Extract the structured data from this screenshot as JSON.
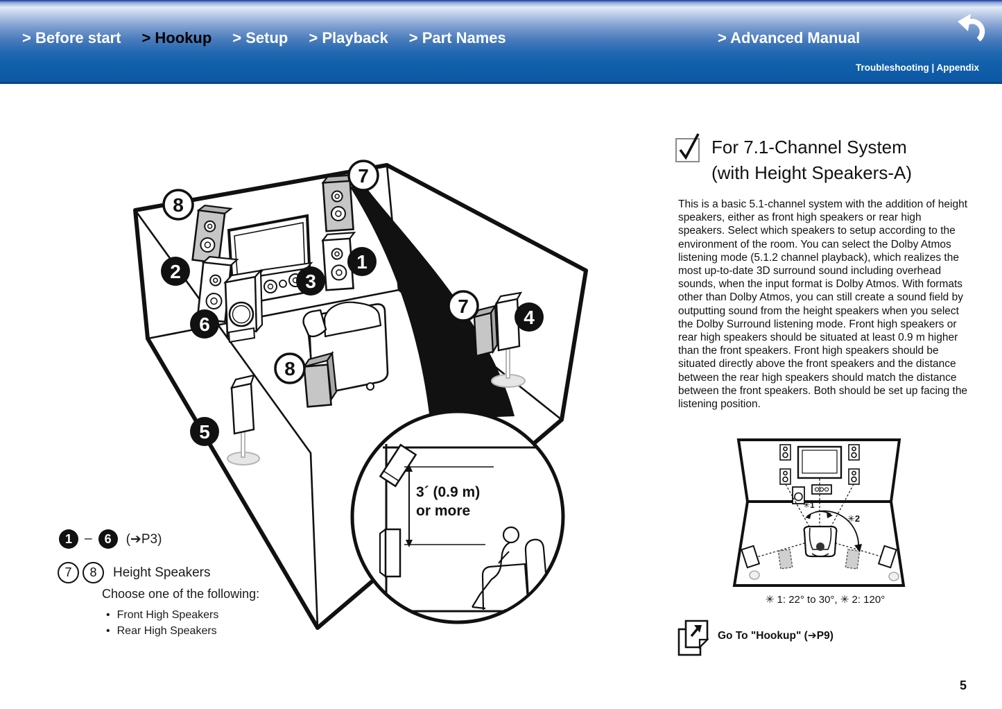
{
  "header": {
    "nav_items": [
      {
        "label": "> Before start"
      },
      {
        "label": "> Hookup"
      },
      {
        "label": "> Setup"
      },
      {
        "label": "> Playback"
      },
      {
        "label": "> Part Names"
      }
    ],
    "advanced_label": "> Advanced Manual",
    "back_icon": "undo-back-arrow-icon",
    "sub_nav": "Troubleshooting | Appendix"
  },
  "colors": {
    "header_blue": "#0d57a4",
    "header_dark_top": "#16339b",
    "active_nav_text": "#000000",
    "speaker_gray": "#c6c6c6",
    "stand_base_gray": "#e6e6e6"
  },
  "section": {
    "checkbox_icon": "checkbox-checked-icon",
    "title_line1": "For 7.1-Channel System",
    "title_line2": "(with Height Speakers-A)",
    "body": "This is a basic 5.1-channel system with the addition of height speakers, either as front high speakers or rear high speakers. Select which speakers to setup according to the environment of the room. You can select the Dolby Atmos listening mode (5.1.2 channel playback), which realizes the most up-to-date 3D surround sound including overhead sounds, when the input format is Dolby Atmos. With formats other than Dolby Atmos, you can still create a sound field by outputting sound from the height speakers when you select the Dolby Surround listening mode. Front high speakers or rear high speakers should be situated at least 0.9 m higher than the front speakers. Front high speakers should be situated directly above the front speakers and the distance between the rear high speakers should match the distance between the front speakers. Both should be set up facing the listening position."
  },
  "main_diagram": {
    "speaker_numbers": {
      "n1": "1",
      "n2": "2",
      "n3": "3",
      "n4": "4",
      "n5": "5",
      "n6": "6",
      "n7": "7",
      "n8": "8"
    },
    "detail_note_line1": "3´ (0.9 m)",
    "detail_note_line2": "or more"
  },
  "legend": {
    "range_start": "1",
    "range_dash": "–",
    "range_end": "6",
    "range_ref": "(➔P3)",
    "height_num1": "7",
    "height_num2": "8",
    "height_label": "Height Speakers",
    "choose_label": "Choose one of the following:",
    "options": [
      "Front High Speakers",
      "Rear High Speakers"
    ]
  },
  "mini_diagram": {
    "angle1_label": "✳1",
    "angle2_label": "✳2",
    "caption": "✳ 1: 22° to 30°, ✳ 2: 120°"
  },
  "goto": {
    "icon": "go-to-page-icon",
    "label": "Go To \"Hookup\" (➔P9)"
  },
  "page_number": "5"
}
